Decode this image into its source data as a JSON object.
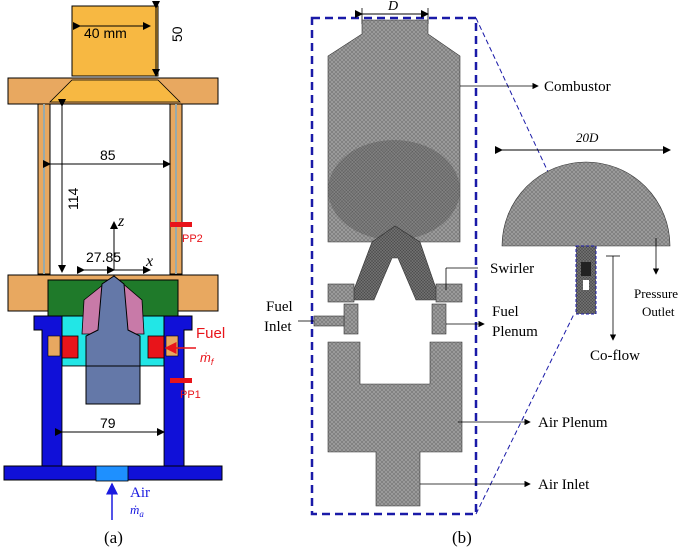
{
  "panel_a": {
    "caption": "(a)",
    "dims": {
      "nozzle_width": "40 mm",
      "nozzle_height": "50",
      "chamber_width": "85",
      "chamber_height": "114",
      "bluff_width": "27.85",
      "plenum_width": "79"
    },
    "axes": {
      "x": "x",
      "z": "z"
    },
    "probes": {
      "upper": "PP2",
      "lower": "PP1"
    },
    "fuel": {
      "label": "Fuel",
      "symbol": "ṁ",
      "subscript": "f"
    },
    "air": {
      "label": "Air",
      "symbol": "ṁ",
      "subscript": "a"
    }
  },
  "panel_b": {
    "caption": "(b)",
    "diameter_label": "D",
    "domain_label": "20D",
    "labels": {
      "combustor": "Combustor",
      "swirler": "Swirler",
      "fuel_inlet": [
        "Fuel",
        "Inlet"
      ],
      "fuel_plenum": [
        "Fuel",
        "Plenum"
      ],
      "co_flow": "Co-flow",
      "pressure_outlet": [
        "Pressure",
        "Outlet"
      ],
      "air_plenum": "Air Plenum",
      "air_inlet": "Air Inlet"
    }
  },
  "colors": {
    "frame": "#e8a860",
    "nozzle": "#f7b842",
    "plenum": "#1010d8",
    "green": "#1f7a2a",
    "cyan": "#22e6e6",
    "pink": "#c87aa8",
    "bluff": "#6478a8",
    "red": "#e8141a",
    "mesh": "#8a8a8a",
    "dashed": "#1a1aa8"
  }
}
